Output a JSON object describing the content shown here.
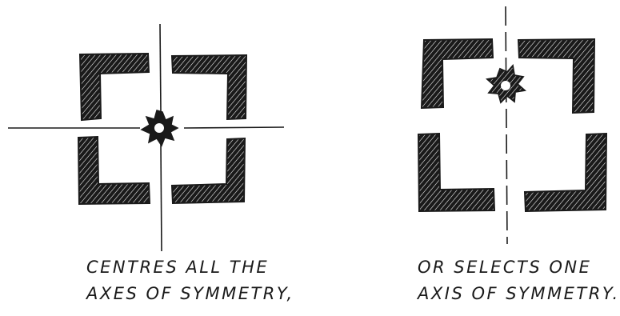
{
  "left_sketch": {
    "caption_line1": "CENTRES ALL THE",
    "caption_line2": "AXES OF SYMMETRY,"
  },
  "right_sketch": {
    "caption_line1": "OR SELECTS ONE",
    "caption_line2": "AXIS OF SYMMETRY."
  },
  "colors": {
    "ink": "#1a1a1a",
    "background": "#ffffff"
  }
}
